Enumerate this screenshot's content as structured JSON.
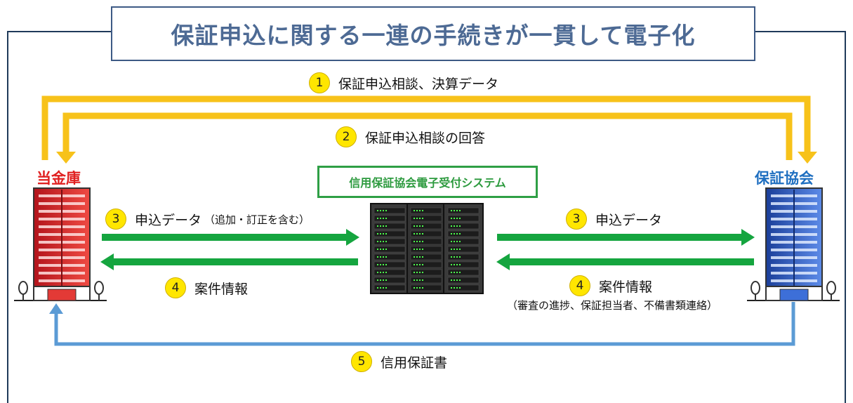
{
  "title": "保証申込に関する一連の手続きが一貫して電子化",
  "bank": {
    "label": "当金庫",
    "color": "#e02020"
  },
  "association": {
    "label": "保証協会",
    "color": "#1f6fc0"
  },
  "system": {
    "label": "信用保証協会電子受付システム",
    "color": "#2c9a3e"
  },
  "flows": [
    {
      "num": "1",
      "label": "保証申込相談、決算データ"
    },
    {
      "num": "2",
      "label": "保証申込相談の回答"
    },
    {
      "num": "3",
      "label": "申込データ",
      "note": "（追加・訂正を含む）"
    },
    {
      "num": "4",
      "label": "案件情報"
    },
    {
      "num": "3",
      "label": "申込データ"
    },
    {
      "num": "4",
      "label": "案件情報",
      "note": "（審査の進捗、保証担当者、不備書類連絡）"
    },
    {
      "num": "5",
      "label": "信用保証書"
    }
  ],
  "colors": {
    "yellow_arrow": "#f7c21a",
    "green_arrow": "#15a53f",
    "blue_arrow": "#5b9bd5",
    "frame": "#1f3a5a"
  }
}
